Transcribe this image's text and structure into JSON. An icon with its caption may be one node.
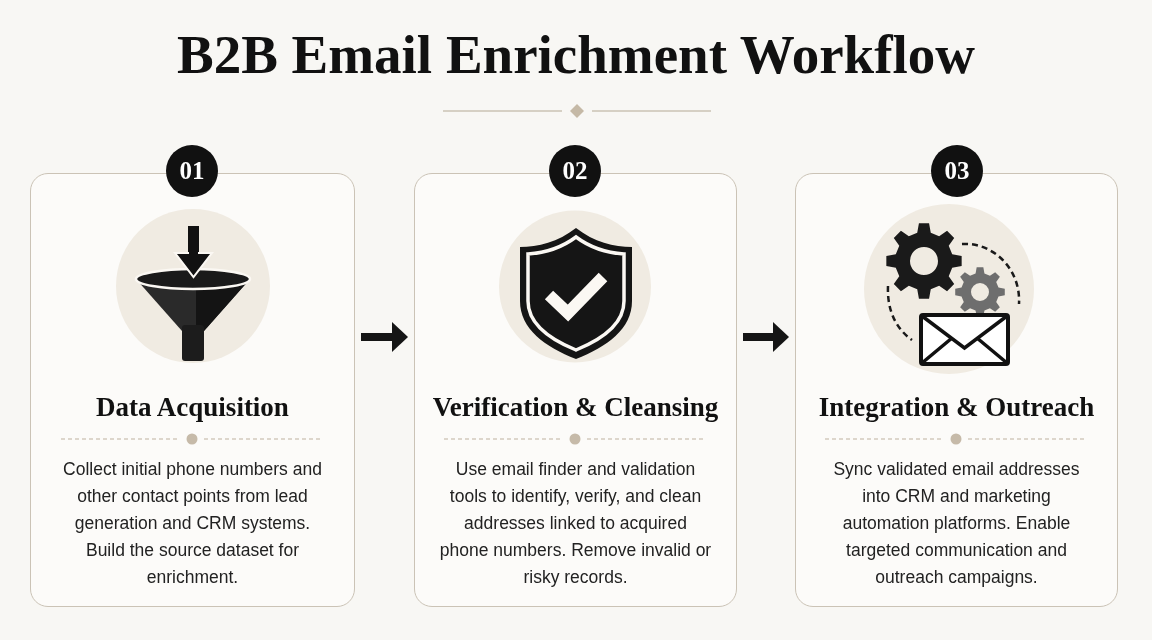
{
  "diagram": {
    "title": "B2B Email Enrichment Workflow",
    "nodes": [
      {
        "text": [
          "01"
        ]
      },
      {
        "text": [
          "Data Acquisition",
          "Collect initial phone numbers and other contact points from lead generation and CRM systems. Build the source dataset for enrichment."
        ]
      },
      {
        "text": [
          "02"
        ]
      },
      {
        "text": [
          "Verification & Cleansing",
          "Use email finder and validation tools to identify, verify, and clean addresses linked to acquired phone numbers. Remove invalid or risky records."
        ]
      },
      {
        "text": [
          "03"
        ]
      },
      {
        "text": [
          "Integration & Outreach",
          "Sync validated email addresses into CRM and marketing automation platforms. Enable targeted communication and outreach campaigns."
        ]
      }
    ],
    "edges": [
      {
        "from": 1,
        "to": 3,
        "arrow": "to"
      },
      {
        "from": 3,
        "to": 5,
        "arrow": "to"
      }
    ]
  }
}
